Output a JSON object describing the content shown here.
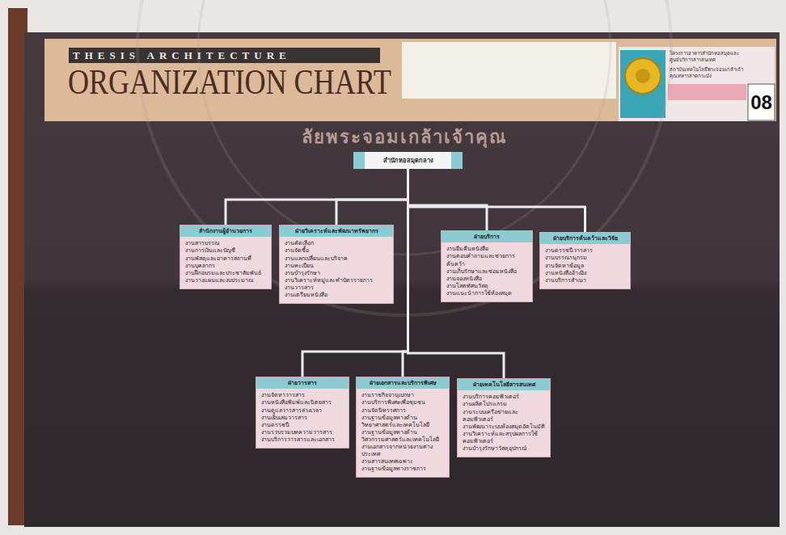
{
  "diagram": {
    "title": "ORGANIZATION CHART",
    "nodes": [
      {
        "text": [
          "สำนักหอสมุดกลาง"
        ]
      },
      {
        "text": [
          "สำนักงานผู้อำนวยการ",
          "งานสารบรรณ",
          "งานการเงินและบัญชี",
          "งานพัสดุและอาคารสถานที่",
          "งานบุคลากร",
          "งานฝึกอบรมและประชาสัมพันธ์",
          "งานวางแผนและงบประมาณ"
        ]
      },
      {
        "text": [
          "ฝ่ายวิเคราะห์และพัฒนาทรัพยากร",
          "งานคัดเลือก",
          "งานจัดซื้อ",
          "งานแลกเปลี่ยนและบริจาค",
          "งานทะเบียน",
          "งานบำรุงรักษา",
          "งานวิเคราะห์หมู่และทำบัตรรายการ",
          "งานวารสาร",
          "งานเตรียมหนังสือ"
        ]
      },
      {
        "text": [
          "ฝ่ายบริการ",
          "งานยืมคืนหนังสือ",
          "งานตอบคำถามและช่วยการค้นคว้า",
          "งานเก็บรักษาและซ่อมหนังสือ",
          "งานจองหนังสือ",
          "งานโสตทัศนวัสดุ",
          "งานแนะนำการใช้ห้องสมุด"
        ]
      },
      {
        "text": [
          "ฝ่ายบริการค้นคว้าและวิจัย",
          "งานดรรชนีวารสาร",
          "งานบรรณานุกรม",
          "งานจัดหาข้อมูล",
          "งานหนังสืออ้างอิง",
          "งานบริการสำเนา"
        ]
      },
      {
        "text": [
          "ฝ่ายวารสาร",
          "งานจัดหาวารสาร",
          "งานหนังสือพิมพ์และนิตยสาร",
          "งานดูแลวารสารล่วงเวลา",
          "งานเย็บเล่มวารสาร",
          "งานดรรชนี",
          "งานรวบรวมบทความวารสาร",
          "งานบริการวารสารและเอกสาร"
        ]
      },
      {
        "text": [
          "ฝ่ายเอกสารและบริการพิเศษ",
          "งานราชกิจจานุเบกษา",
          "งานบริการพิเศษเพื่อชุมชน",
          "งานจัดนิทรรศการ",
          "งานฐานข้อมูลทางด้านวิทยาศาสตร์และเทคโนโลยี",
          "งานฐานข้อมูลทางด้านวิศวกรรมศาสตร์และเทคโนโลยี",
          "งานเอกสารจากหน่วยงานต่างประเทศ",
          "งานสารสนเทศเฉพาะ",
          "งานฐานข้อมูลทางราชการ"
        ]
      },
      {
        "text": [
          "ฝ่ายเทคโนโลยีสารสนเทศ",
          "งานบริการคอมพิวเตอร์",
          "งานผลิตโปรแกรม",
          "งานระบบเครือข่ายและคอมพิวเตอร์",
          "งานพัฒนาระบบห้องสมุดอัตโนมัติ",
          "งานวิเคราะห์และสรุปผลการใช้คอมพิวเตอร์",
          "งานบำรุงรักษาวัสดุอุปกรณ์"
        ]
      }
    ],
    "edges": [
      {
        "from": 0,
        "to": 1,
        "arrow": "none"
      },
      {
        "from": 0,
        "to": 2,
        "arrow": "none"
      },
      {
        "from": 0,
        "to": 3,
        "arrow": "none"
      },
      {
        "from": 0,
        "to": 4,
        "arrow": "none"
      },
      {
        "from": 0,
        "to": 5,
        "arrow": "none"
      },
      {
        "from": 0,
        "to": 6,
        "arrow": "none"
      },
      {
        "from": 0,
        "to": 7,
        "arrow": "none"
      }
    ],
    "labels": [
      "THESIS ARCHITECTURE",
      "08",
      "โครงการอาคารสำนักหอสมุดและศูนย์บริการสารสนเทศ",
      "สถาบันเทคโนโลยีพระจอมเกล้าเจ้าคุณทหารลาดกระบัง",
      "ลัยพระจอมเกล้าเจ้าคุณ"
    ]
  }
}
